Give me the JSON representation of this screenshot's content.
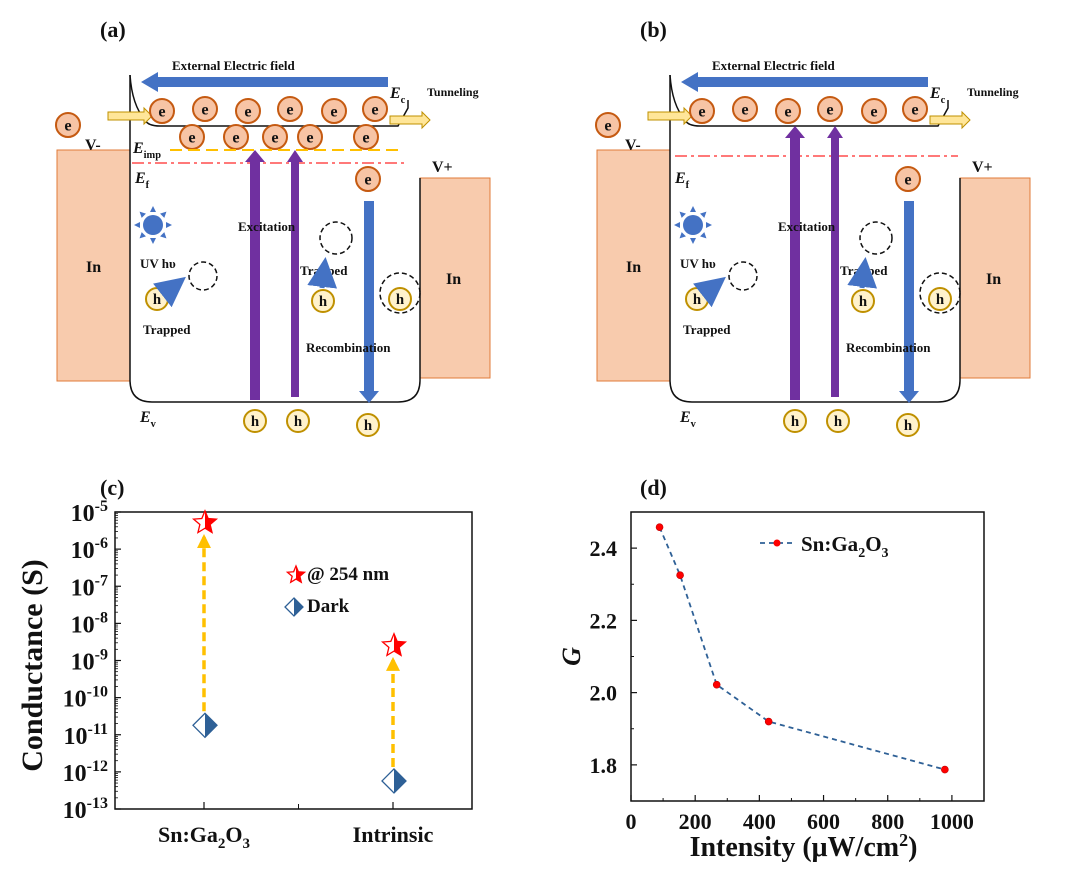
{
  "panels": {
    "a": {
      "label": "(a)",
      "field_label": "External Electric field",
      "tunneling_label": "Tunneling",
      "ec_label": "E",
      "ec_sub": "c",
      "eimp_label": "E",
      "eimp_sub": "imp",
      "ef_label": "E",
      "ef_sub": "f",
      "ev_label": "E",
      "ev_sub": "v",
      "vminus": "V-",
      "vplus": "V+",
      "electrode_left": "In",
      "electrode_right": "In",
      "uv_label": "UV hυ",
      "excitation_label": "Excitation",
      "trapped_label_1": "Trapped",
      "trapped_label_2": "Trapped",
      "recombination_label": "Recombination",
      "electron": "e",
      "hole": "h"
    },
    "b": {
      "label": "(b)",
      "field_label": "External Electric field",
      "tunneling_label": "Tunneling",
      "ec_label": "E",
      "ec_sub": "c",
      "ef_label": "E",
      "ef_sub": "f",
      "ev_label": "E",
      "ev_sub": "v",
      "vminus": "V-",
      "vplus": "V+",
      "electrode_left": "In",
      "electrode_right": "In",
      "uv_label": "UV hυ",
      "excitation_label": "Excitation",
      "trapped_label_1": "Trapped",
      "trapped_label_2": "Trapped",
      "recombination_label": "Recombination",
      "electron": "e",
      "hole": "h"
    }
  },
  "colors": {
    "electron_fill": "#f7c4a5",
    "electron_stroke": "#c55a11",
    "hole_fill": "#fff2cc",
    "hole_stroke": "#bf9000",
    "electrode": "#f8cbad",
    "electrode_stroke": "#e07b39",
    "field_arrow": "#4472c4",
    "excitation": "#7030a0",
    "recomb": "#4472c4",
    "fermi": "#ff4d4d",
    "imp": "#ffc000",
    "star": "#ff0000",
    "diamond": "#2e6096",
    "arrow_up": "#ffc000",
    "line_d": "#2e6096",
    "marker_d": "#ff0000"
  },
  "chart_data": [
    {
      "panel": "(c)",
      "type": "scatter",
      "title": "",
      "xlabel": "",
      "ylabel": "Conductance (S)",
      "yscale": "log",
      "ylim": [
        1e-13,
        1e-05
      ],
      "ytick_labels": [
        "10-5",
        "10-6",
        "10-7",
        "10-8",
        "10-9",
        "10-10",
        "10-11",
        "10-12",
        "10-13"
      ],
      "ytick_exps": [
        -5,
        -6,
        -7,
        -8,
        -9,
        -10,
        -11,
        -12,
        -13
      ],
      "categories": [
        "Sn:Ga2O3",
        "Intrinsic"
      ],
      "category_display": [
        {
          "main": "Sn:Ga",
          "sub1": "2",
          "mid": "O",
          "sub2": "3"
        },
        {
          "main": "Intrinsic"
        }
      ],
      "series": [
        {
          "name": "@ 254 nm",
          "marker": "star",
          "values": [
            5.1e-06,
            2.5e-09
          ]
        },
        {
          "name": "Dark",
          "marker": "half-diamond",
          "values": [
            1.8e-11,
            5.7e-13
          ]
        }
      ],
      "legend": [
        "@ 254 nm",
        "Dark"
      ],
      "legend_position": "center-right"
    },
    {
      "panel": "(d)",
      "type": "line",
      "title": "",
      "xlabel": "Intensity (μW/cm2)",
      "xlabel_main": "Intensity (μW/cm",
      "xlabel_sup": "2",
      "xlabel_end": ")",
      "ylabel": "G",
      "xlim": [
        0,
        1100
      ],
      "ylim": [
        1.7,
        2.5
      ],
      "xticks": [
        0,
        200,
        400,
        600,
        800,
        1000
      ],
      "yticks": [
        1.8,
        2.0,
        2.2,
        2.4
      ],
      "ytick_labels": [
        "1.8",
        "2.0",
        "2.2",
        "2.4"
      ],
      "series": [
        {
          "name": "Sn:Ga2O3",
          "x": [
            89,
            153,
            267,
            429,
            978
          ],
          "y": [
            2.458,
            2.325,
            2.022,
            1.92,
            1.787
          ]
        }
      ],
      "legend": {
        "main": "Sn:Ga",
        "sub1": "2",
        "mid": "O",
        "sub2": "3"
      },
      "legend_position": "top-right"
    }
  ]
}
